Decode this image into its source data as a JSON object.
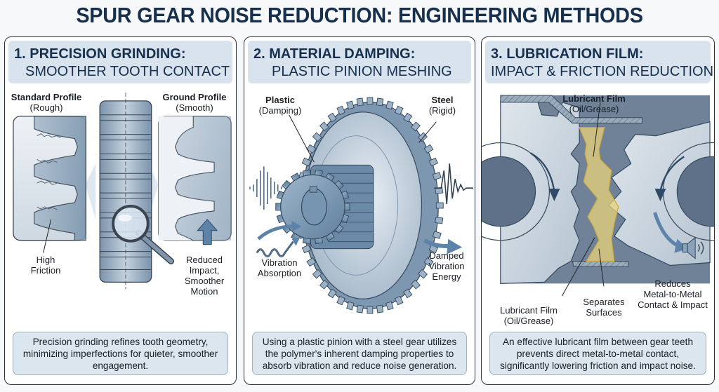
{
  "title": "SPUR GEAR NOISE REDUCTION: ENGINEERING METHODS",
  "colors": {
    "title": "#16304e",
    "panel_header_bg": "#d8e3ee",
    "caption_bg": "#dbe6ef",
    "steel": "#8aa3bb",
    "steel_dark": "#4f6c88",
    "lubricant": "#e8d27a",
    "arrow": "#5d84a8"
  },
  "panels": [
    {
      "number": "1.",
      "title_line1": "1. PRECISION GRINDING:",
      "title_line2": "SMOOTHER TOOTH CONTACT",
      "labels": {
        "left_title": "Standard Profile",
        "left_sub": "(Rough)",
        "right_title": "Ground Profile",
        "right_sub": "(Smooth)",
        "friction": "High Friction",
        "friction_l1": "High",
        "friction_l2": "Friction",
        "reduced_l1": "Reduced",
        "reduced_l2": "Impact,",
        "reduced_l3": "Smoother",
        "reduced_l4": "Motion"
      },
      "icons": [
        "rough-tooth-profile-icon",
        "gear-rim-side-view-icon",
        "magnifier-icon",
        "smooth-tooth-profile-icon",
        "up-arrow-icon"
      ],
      "caption": "Precision grinding refines tooth geometry, minimizing imperfections for quieter, smoother engagement."
    },
    {
      "number": "2.",
      "title_line1": "2. MATERIAL DAMPING:",
      "title_line2": "PLASTIC PINION MESHING",
      "labels": {
        "plastic_title": "Plastic",
        "plastic_sub": "(Damping)",
        "steel_title": "Steel",
        "steel_sub": "(Rigid)",
        "absorb_l1": "Vibration",
        "absorb_l2": "Absorption",
        "damped_l1": "Damped",
        "damped_l2": "Vibration",
        "damped_l3": "Energy"
      },
      "icons": [
        "sound-wave-icon",
        "plastic-pinion-icon",
        "steel-gear-icon",
        "vibration-wave-icon",
        "curved-arrow-icon"
      ],
      "caption": "Using a plastic pinion with a steel gear utilizes the polymer's inherent damping properties to absorb vibration and reduce noise generation."
    },
    {
      "number": "3.",
      "title_line1": "3. LUBRICATION FILM:",
      "title_line2": "IMPACT & FRICTION REDUCTION",
      "labels": {
        "top_title": "Lubricant Film",
        "top_sub": "(Oil/Grease)",
        "bottom_l1": "Lubricant Film",
        "bottom_l2": "(Oil/Grease)",
        "separates_l1": "Separates",
        "separates_l2": "Surfaces",
        "reduces_l1": "Reduces",
        "reduces_l2": "Metal-to-Metal",
        "reduces_l3": "Contact & Impact"
      },
      "icons": [
        "meshing-gears-icon",
        "lubricant-film-icon",
        "rotation-arrow-icon",
        "speaker-icon"
      ],
      "caption": "An effective lubricant film between gear teeth prevents direct metal-to-metal contact, significantly lowering friction and impact noise."
    }
  ]
}
